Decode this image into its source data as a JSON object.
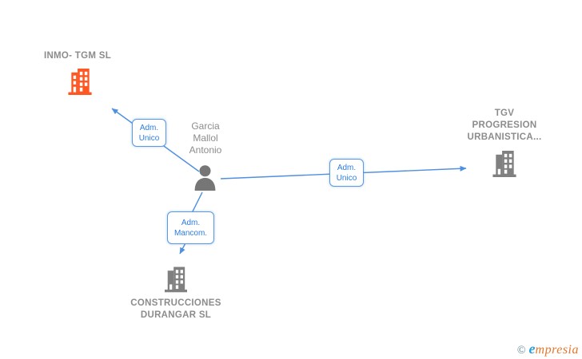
{
  "diagram": {
    "nodes": {
      "inmo": {
        "label": "INMO- TGM SL",
        "icon": "building-icon",
        "icon_color": "#ff5722"
      },
      "person": {
        "line1": "Garcia",
        "line2": "Mallol",
        "line3": "Antonio",
        "icon": "person-icon",
        "icon_color": "#767676"
      },
      "tgv": {
        "line1": "TGV",
        "line2": "PROGRESION",
        "line3": "URBANISTICA...",
        "icon": "building-icon",
        "icon_color": "#808080"
      },
      "construcciones": {
        "line1": "CONSTRUCCIONES",
        "line2": "DURANGAR SL",
        "icon": "building-icon",
        "icon_color": "#808080"
      }
    },
    "edges": {
      "person_to_inmo": {
        "line1": "Adm.",
        "line2": "Unico"
      },
      "person_to_tgv": {
        "line1": "Adm.",
        "line2": "Unico"
      },
      "person_to_construcciones": {
        "line1": "Adm.",
        "line2": "Mancom."
      }
    },
    "colors": {
      "arrow": "#4f90e0",
      "edge_box_border": "#5b9ae2",
      "edge_box_text": "#2a7de0",
      "label_gray": "#8c8c8c",
      "building_orange": "#ff5722",
      "icon_gray": "#808080"
    }
  },
  "footer": {
    "copyright_symbol": "©",
    "brand_initial": "e",
    "brand_rest": "mpresia"
  }
}
